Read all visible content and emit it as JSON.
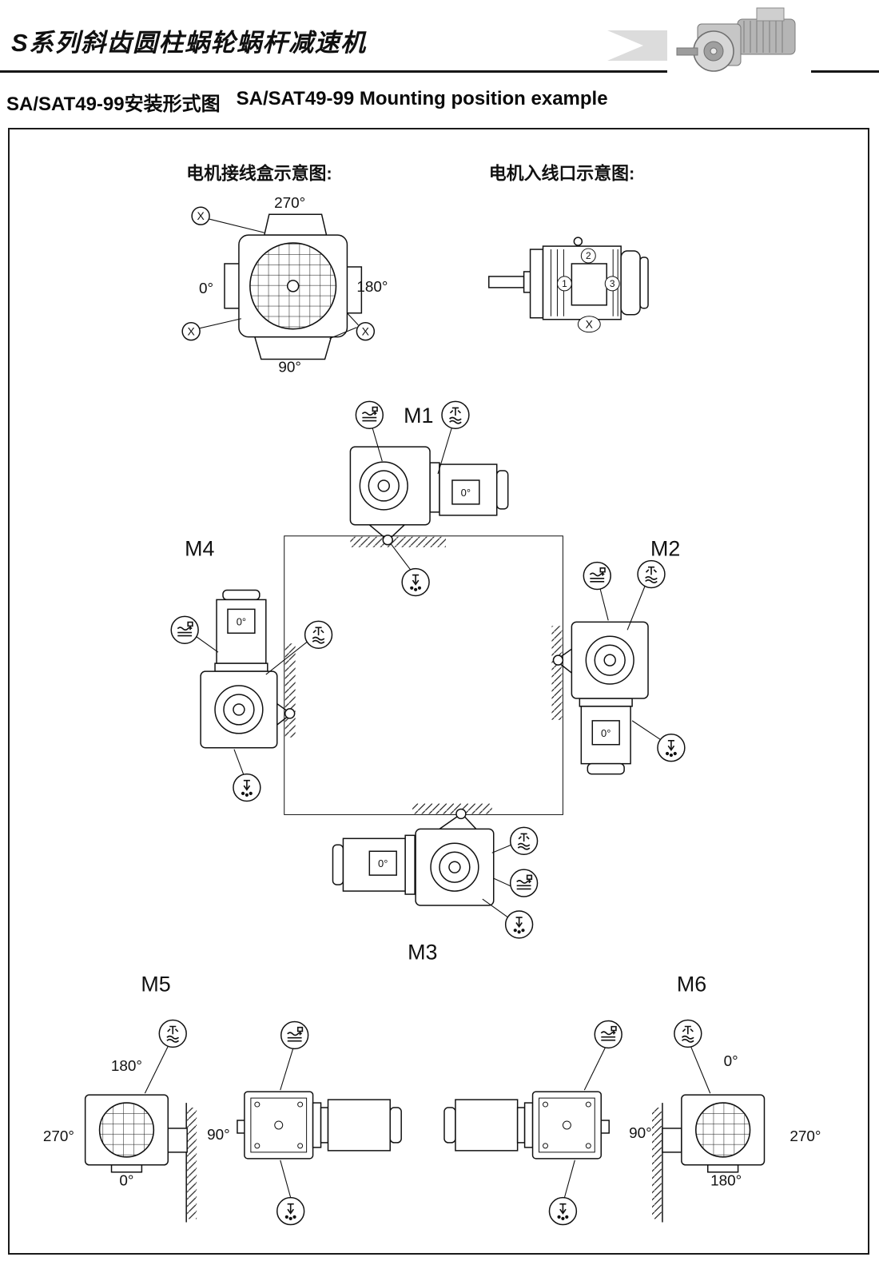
{
  "header": {
    "series_title": "S系列斜齿圆柱蜗轮蜗杆减速机"
  },
  "titles": {
    "cn": "SA/SAT49-99安装形式图",
    "en": "SA/SAT49-99 Mounting position example"
  },
  "terminal_box": {
    "label": "电机接线盒示意图:",
    "angle_top": "270°",
    "angle_left": "0°",
    "angle_right": "180°",
    "angle_bottom": "90°",
    "x_mark": "X"
  },
  "cable_entry": {
    "label": "电机入线口示意图:",
    "pos1": "1",
    "pos2": "2",
    "pos3": "3",
    "pos_x": "X"
  },
  "mounting": {
    "m1": "M1",
    "m2": "M2",
    "m3": "M3",
    "m4": "M4",
    "m5": "M5",
    "m6": "M6",
    "box_angle": "0°",
    "m5_angles": {
      "top": "180°",
      "left": "270°",
      "right": "90°",
      "bottom": "0°"
    },
    "m6_angles": {
      "top": "0°",
      "left": "90°",
      "right": "270°",
      "bottom": "180°"
    }
  },
  "palette": {
    "ink": "#111111",
    "photo_gray": "#bdbdbd",
    "chevron_gray": "#d8d8d8"
  }
}
